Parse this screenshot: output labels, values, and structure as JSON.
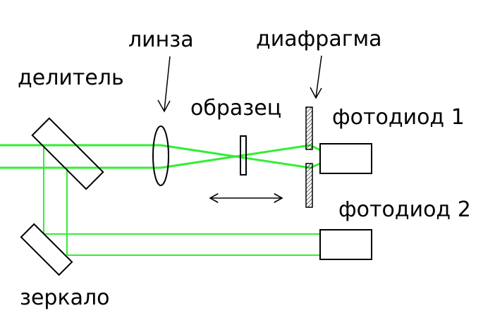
{
  "labels": {
    "lens": "линза",
    "diaphragm": "диафрагма",
    "splitter": "делитель",
    "sample": "образец",
    "photodiode1": "фотодиод 1",
    "photodiode2": "фотодиод 2",
    "mirror": "зеркало"
  },
  "colors": {
    "beam": "#33ee33",
    "outline": "#000000",
    "background": "#ffffff"
  }
}
